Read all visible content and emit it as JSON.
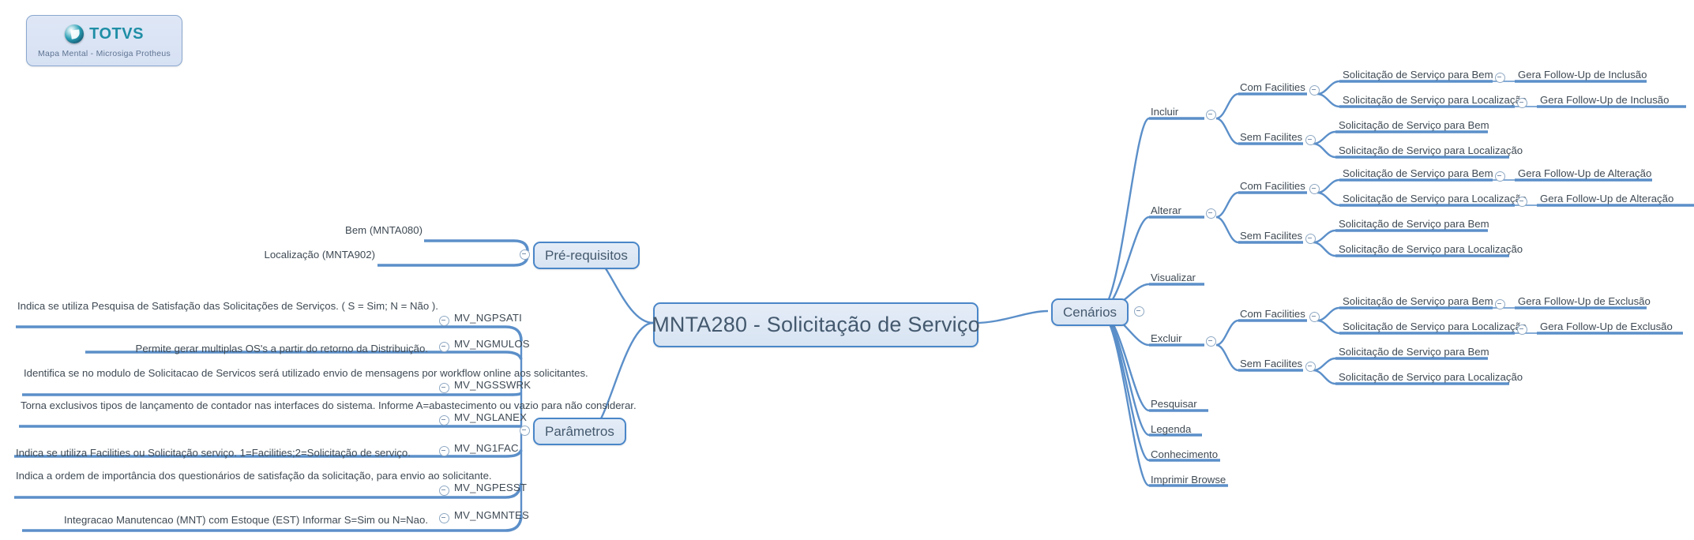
{
  "logo": {
    "brand": "TOTVS",
    "subtitle": "Mapa Mental - Microsiga Protheus",
    "mark_icon": "totvs-sphere-icon"
  },
  "root": {
    "label": "MNTA280 - Solicitação de Serviço"
  },
  "branches": {
    "prerequisitos": {
      "label": "Pré-requisitos",
      "items": [
        "Bem (MNTA080)",
        "Localização (MNTA902)"
      ]
    },
    "parametros": {
      "label": "Parâmetros",
      "items": [
        {
          "description": "Indica se utiliza Pesquisa de Satisfação das Solicitações de Serviços. ( S = Sim; N = Não ).",
          "code": "MV_NGPSATI"
        },
        {
          "description": "Permite gerar multiplas OS's a partir do retorno da Distribuição.",
          "code": "MV_NGMULOS"
        },
        {
          "description": "Identifica se no modulo de Solicitacao de Servicos será utilizado envio de mensagens por workflow online aos solicitantes.",
          "code": "MV_NGSSWRK"
        },
        {
          "description": "Torna exclusivos tipos de lançamento de contador  nas interfaces do sistema. Informe A=abastecimento ou vazio para não considerar.",
          "code": "MV_NGLANEX"
        },
        {
          "description": "Indica se utiliza Facilities ou Solicitação  serviço. 1=Facilities;2=Solicitação de serviço.",
          "code": "MV_NG1FAC"
        },
        {
          "description": "Indica a ordem de importância dos questionários de satisfação da solicitação, para envio ao solicitante.",
          "code": "MV_NGPESST"
        },
        {
          "description": "Integracao Manutencao (MNT) com Estoque (EST) Informar S=Sim ou N=Nao.",
          "code": "MV_NGMNTES"
        }
      ]
    },
    "cenarios": {
      "label": "Cenários",
      "incluir": {
        "label": "Incluir",
        "com_facilities": {
          "label": "Com Facilities",
          "rows": [
            {
              "item": "Solicitação de Serviço para Bem",
              "followup": "Gera Follow-Up de Inclusão"
            },
            {
              "item": "Solicitação de Serviço para Localização",
              "followup": "Gera Follow-Up de Inclusão"
            }
          ]
        },
        "sem_facilites": {
          "label": "Sem Facilites",
          "rows": [
            {
              "item": "Solicitação de Serviço para Bem"
            },
            {
              "item": "Solicitação de Serviço para Localização"
            }
          ]
        }
      },
      "alterar": {
        "label": "Alterar",
        "com_facilities": {
          "label": "Com Facilities",
          "rows": [
            {
              "item": "Solicitação de Serviço para Bem",
              "followup": "Gera Follow-Up de Alteração"
            },
            {
              "item": "Solicitação de Serviço para Localização",
              "followup": "Gera Follow-Up de Alteração"
            }
          ]
        },
        "sem_facilites": {
          "label": "Sem Facilites",
          "rows": [
            {
              "item": "Solicitação de Serviço para Bem"
            },
            {
              "item": "Solicitação de Serviço para Localização"
            }
          ]
        }
      },
      "visualizar": {
        "label": "Visualizar"
      },
      "excluir": {
        "label": "Excluir",
        "com_facilities": {
          "label": "Com Facilities",
          "rows": [
            {
              "item": "Solicitação de Serviço para Bem",
              "followup": "Gera Follow-Up de Exclusão"
            },
            {
              "item": "Solicitação de Serviço para Localização",
              "followup": "Gera Follow-Up de Exclusão"
            }
          ]
        },
        "sem_facilites": {
          "label": "Sem Facilites",
          "rows": [
            {
              "item": "Solicitação de Serviço para Bem"
            },
            {
              "item": "Solicitação de Serviço para Localização"
            }
          ]
        }
      },
      "pesquisar": {
        "label": "Pesquisar"
      },
      "legenda": {
        "label": "Legenda"
      },
      "conhecimento": {
        "label": "Conhecimento"
      },
      "imprimir_browse": {
        "label": "Imprimir Browse"
      }
    }
  },
  "colors": {
    "branch_line": "#5b8fc9",
    "node_border": "#4a86c8",
    "node_fill": "#dce6f2",
    "text": "#3f4a54",
    "brand_teal": "#1f8ea6"
  }
}
